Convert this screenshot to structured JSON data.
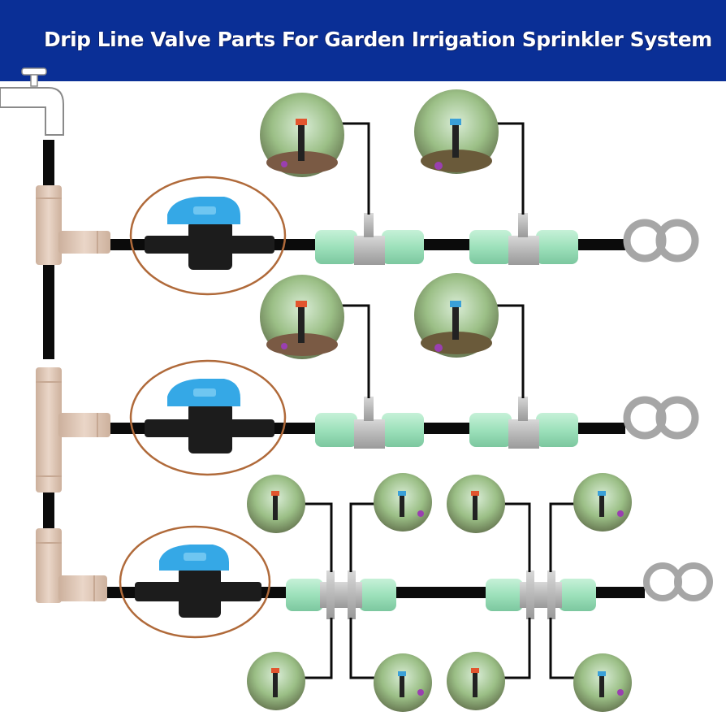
{
  "banner": {
    "title": "Drip Line Valve Parts For Garden Irrigation Sprinkler System"
  },
  "colors": {
    "banner": "#0a2f96",
    "tube": "#0b0b0b",
    "fitting_beige": "#e3cbb9",
    "valve_handle": "#35a8e6",
    "valve_body": "#1c1c1c",
    "coupler_green": "#a9e6c4",
    "tee_grey": "#bfbfbf",
    "end_clamp": "#a6a6a6",
    "highlight_ring": "#b06a3a"
  },
  "icons": [
    "water-faucet",
    "tee-fitting",
    "elbow-fitting",
    "ball-valve",
    "coupler",
    "end-clamp",
    "sprinkler-photo"
  ]
}
